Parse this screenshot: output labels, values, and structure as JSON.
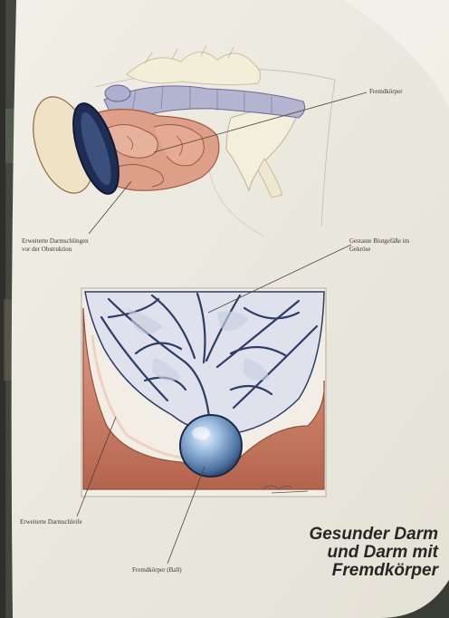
{
  "labels": {
    "fremdkoerper": "Fremdkörper",
    "darmschlingen": [
      "Erweiterte Darmschlingen",
      "vor der Obstruktion"
    ],
    "blutgefaesse": [
      "Gestaute Blutgefäße im",
      "Gekröse"
    ],
    "darmschleife": "Erweiterte Darmschleife",
    "ball": "Fremdkörper (Ball)"
  },
  "caption": {
    "line1": "Gesunder Darm",
    "line2": "und Darm mit",
    "line3": "Fremdkörper"
  },
  "colors": {
    "page": "#ece9de",
    "frame_left": "#454740",
    "intestine": "#cd8067",
    "vessel": "#2d3d66",
    "ball": "#7fa6cf"
  }
}
